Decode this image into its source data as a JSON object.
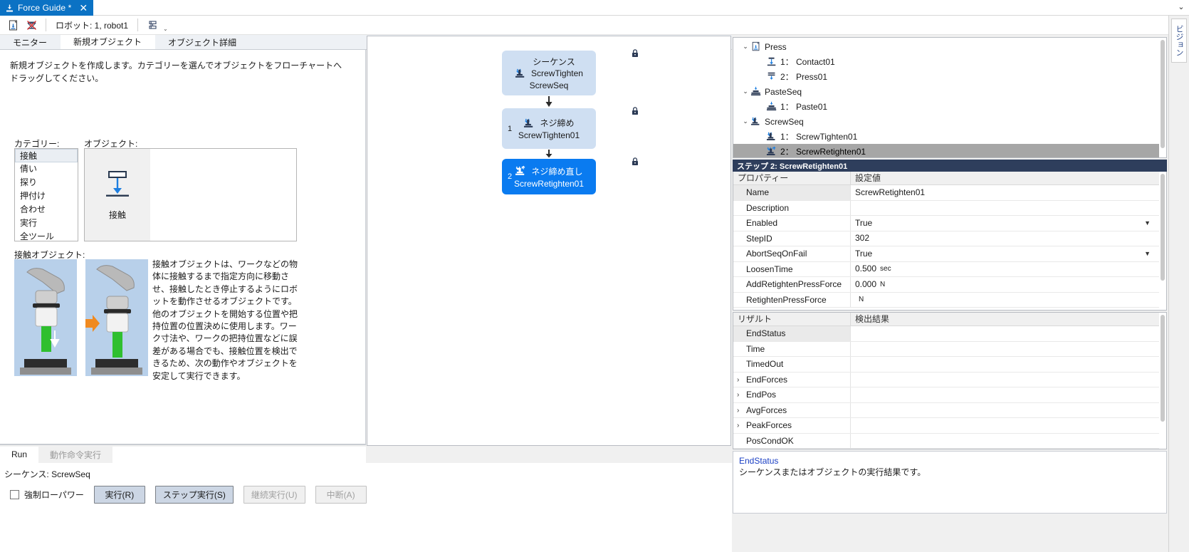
{
  "titlebar": {
    "tab_label": "Force Guide *",
    "tab_icon": "force-guide-icon",
    "close_glyph": "✕",
    "window_control": "⌄"
  },
  "toolbar": {
    "icon_open": "open-document-icon",
    "icon_clear": "clear-robot-icon",
    "robot_label": "ロボット: 1, robot1",
    "icon_layout": "layout-icon",
    "overflow_glyph": "⌄"
  },
  "tabstrip": {
    "tabs": [
      {
        "label": "モニター",
        "active": false
      },
      {
        "label": "新規オブジェクト",
        "active": true
      },
      {
        "label": "オブジェクト詳細",
        "active": false
      }
    ]
  },
  "left_panel": {
    "intro": "新規オブジェクトを作成します。カテゴリーを選んでオブジェクトをフローチャートへドラッグしてください。",
    "category_label": "カテゴリー:",
    "object_label": "オブジェクト:",
    "categories": [
      {
        "label": "接触",
        "selected": true
      },
      {
        "label": "倩い",
        "selected": false
      },
      {
        "label": "探り",
        "selected": false
      },
      {
        "label": "押付け",
        "selected": false
      },
      {
        "label": "合わせ",
        "selected": false
      },
      {
        "label": "実行",
        "selected": false
      },
      {
        "label": "全ツール",
        "selected": false
      }
    ],
    "object_tile": {
      "caption": "接触",
      "icon": "contact-object-icon"
    },
    "detail_label": "接触オブジェクト:",
    "image_before": "robot-contact-before-image",
    "image_after": "robot-contact-after-image",
    "description": "接触オブジェクトは、ワークなどの物体に接触するまで指定方向に移動させ、接触したとき停止するようにロボットを動作させるオブジェクトです。他のオブジェクトを開始する位置や把持位置の位置決めに使用します。ワーク寸法や、ワークの把持位置などに誤差がある場合でも、接触位置を検出できるため、次の動作やオブジェクトを安定して実行できます。"
  },
  "flowchart": {
    "nodes": [
      {
        "index": "",
        "line1": "シーケンス",
        "line2": "ScrewTighten",
        "line3": "ScrewSeq",
        "icon": "screw-tighten-icon",
        "selected": false,
        "locked": true
      },
      {
        "index": "1",
        "line1": "",
        "line2": "ネジ締め",
        "line3": "ScrewTighten01",
        "icon": "screw-tighten-icon",
        "selected": false,
        "locked": true
      },
      {
        "index": "2",
        "line1": "",
        "line2": "ネジ締め直し",
        "line3": "ScrewRetighten01",
        "icon": "screw-retighten-icon",
        "selected": true,
        "locked": true
      }
    ],
    "lock_icon": "lock-icon",
    "arrow_icon": "down-arrow-icon"
  },
  "tree": {
    "items": [
      {
        "depth": 0,
        "chevron": "⌄",
        "icon": "press-sequence-icon",
        "label": "Press",
        "selected": false
      },
      {
        "depth": 1,
        "chevron": "",
        "icon": "contact-icon",
        "label": "1： Contact01",
        "selected": false
      },
      {
        "depth": 1,
        "chevron": "",
        "icon": "press-icon",
        "label": "2： Press01",
        "selected": false
      },
      {
        "depth": 0,
        "chevron": "⌄",
        "icon": "paste-sequence-icon",
        "label": "PasteSeq",
        "selected": false
      },
      {
        "depth": 1,
        "chevron": "",
        "icon": "paste-icon",
        "label": "1： Paste01",
        "selected": false
      },
      {
        "depth": 0,
        "chevron": "⌄",
        "icon": "screw-sequence-icon",
        "label": "ScrewSeq",
        "selected": false
      },
      {
        "depth": 1,
        "chevron": "",
        "icon": "screw-tighten-icon",
        "label": "1： ScrewTighten01",
        "selected": false
      },
      {
        "depth": 1,
        "chevron": "",
        "icon": "screw-retighten-icon",
        "label": "2： ScrewRetighten01",
        "selected": true
      }
    ]
  },
  "properties": {
    "header": "ステップ 2: ScrewRetighten01",
    "col_property": "プロパティー",
    "col_value": "設定値",
    "rows": [
      {
        "name": "Name",
        "value": "ScrewRetighten01",
        "unit": "",
        "dropdown": false,
        "highlight": true
      },
      {
        "name": "Description",
        "value": "",
        "unit": "",
        "dropdown": false,
        "highlight": false
      },
      {
        "name": "Enabled",
        "value": "True",
        "unit": "",
        "dropdown": true,
        "highlight": false
      },
      {
        "name": "StepID",
        "value": "302",
        "unit": "",
        "dropdown": false,
        "highlight": false
      },
      {
        "name": "AbortSeqOnFail",
        "value": "True",
        "unit": "",
        "dropdown": true,
        "highlight": false
      },
      {
        "name": "LoosenTime",
        "value": "0.500",
        "unit": "sec",
        "dropdown": false,
        "highlight": false
      },
      {
        "name": "AddRetightenPressForce",
        "value": "0.000",
        "unit": "N",
        "dropdown": false,
        "highlight": false
      },
      {
        "name": "RetightenPressForce",
        "value": "",
        "unit": "N",
        "dropdown": false,
        "highlight": false
      }
    ]
  },
  "results": {
    "col_result": "リザルト",
    "col_detected": "検出結果",
    "rows": [
      {
        "name": "EndStatus",
        "value": "",
        "expandable": false,
        "highlight": true
      },
      {
        "name": "Time",
        "value": "",
        "expandable": false,
        "highlight": false
      },
      {
        "name": "TimedOut",
        "value": "",
        "expandable": false,
        "highlight": false
      },
      {
        "name": "EndForces",
        "value": "",
        "expandable": true,
        "highlight": false
      },
      {
        "name": "EndPos",
        "value": "",
        "expandable": true,
        "highlight": false
      },
      {
        "name": "AvgForces",
        "value": "",
        "expandable": true,
        "highlight": false
      },
      {
        "name": "PeakForces",
        "value": "",
        "expandable": true,
        "highlight": false
      },
      {
        "name": "PosCondOK",
        "value": "",
        "expandable": false,
        "highlight": false
      }
    ],
    "expand_glyph": "›"
  },
  "help": {
    "title": "EndStatus",
    "body": "シーケンスまたはオブジェクトの実行結果です。"
  },
  "run_pane": {
    "tabs": [
      {
        "label": "Run",
        "active": true,
        "disabled": false
      },
      {
        "label": "動作命令実行",
        "active": false,
        "disabled": true
      }
    ],
    "sequence_line": "シーケンス: ScrewSeq",
    "checkbox_label": "強制ローパワー",
    "checkbox_checked": false,
    "buttons": [
      {
        "label": "実行(R)",
        "disabled": false
      },
      {
        "label": "ステップ実行(S)",
        "disabled": false
      },
      {
        "label": "継続実行(U)",
        "disabled": true
      },
      {
        "label": "中断(A)",
        "disabled": true
      }
    ]
  },
  "vertical_strip": {
    "label": "ビジョン"
  },
  "colors": {
    "tab_active": "#0b72c4",
    "node_normal": "#cfdff2",
    "node_selected": "#0a7bf0",
    "prop_header": "#2e3e5c",
    "tree_selected": "#a6a6a6",
    "help_title": "#1a3fc4",
    "button_face": "#ccd6e4"
  }
}
